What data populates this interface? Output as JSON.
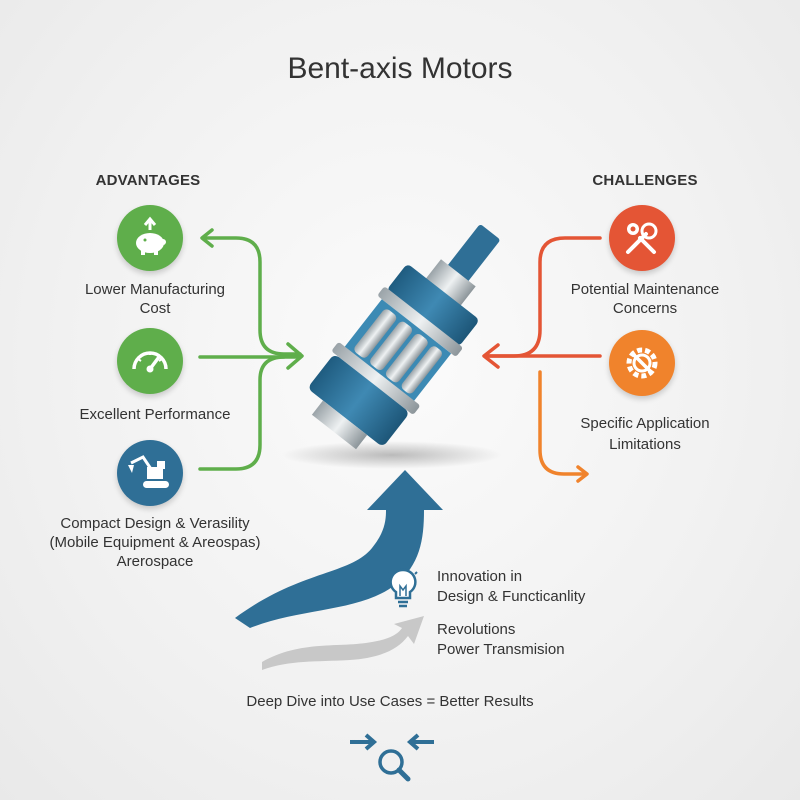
{
  "title": "Bent-axis Motors",
  "advantages": {
    "heading": "ADVANTAGES",
    "items": [
      {
        "label_line1": "Lower Manufacturing",
        "label_line2": "Cost",
        "icon": "piggy-bank-icon"
      },
      {
        "label_line1": "Excellent Performance",
        "icon": "gauge-icon"
      },
      {
        "label_line1": "Compact Design & Verasility",
        "label_line2": "(Mobile Equipment & Areospas)",
        "label_line3": "Arerospace",
        "icon": "excavator-icon"
      }
    ]
  },
  "challenges": {
    "heading": "CHALLENGES",
    "items": [
      {
        "label_line1": "Potential Maintenance",
        "label_line2": "Concerns",
        "icon": "wrench-gear-icon"
      },
      {
        "label_line1": "Specific Application",
        "label_line2": "Limitations",
        "icon": "restricted-gear-icon"
      }
    ]
  },
  "innovation": {
    "line1": "Innovation in",
    "line2": "Design & Functicanlity",
    "icon": "lightbulb-icon"
  },
  "revolutions": {
    "line1": "Revolutions",
    "line2": "Power Transmision"
  },
  "footer": {
    "text": "Deep Dive into Use Cases = Better Results",
    "icon": "magnifier-icon"
  },
  "colors": {
    "green": "#5fae4b",
    "blue": "#2f6f96",
    "red": "#e45535",
    "orange": "#f0832c",
    "gray_arrow": "#c8c8c8"
  }
}
